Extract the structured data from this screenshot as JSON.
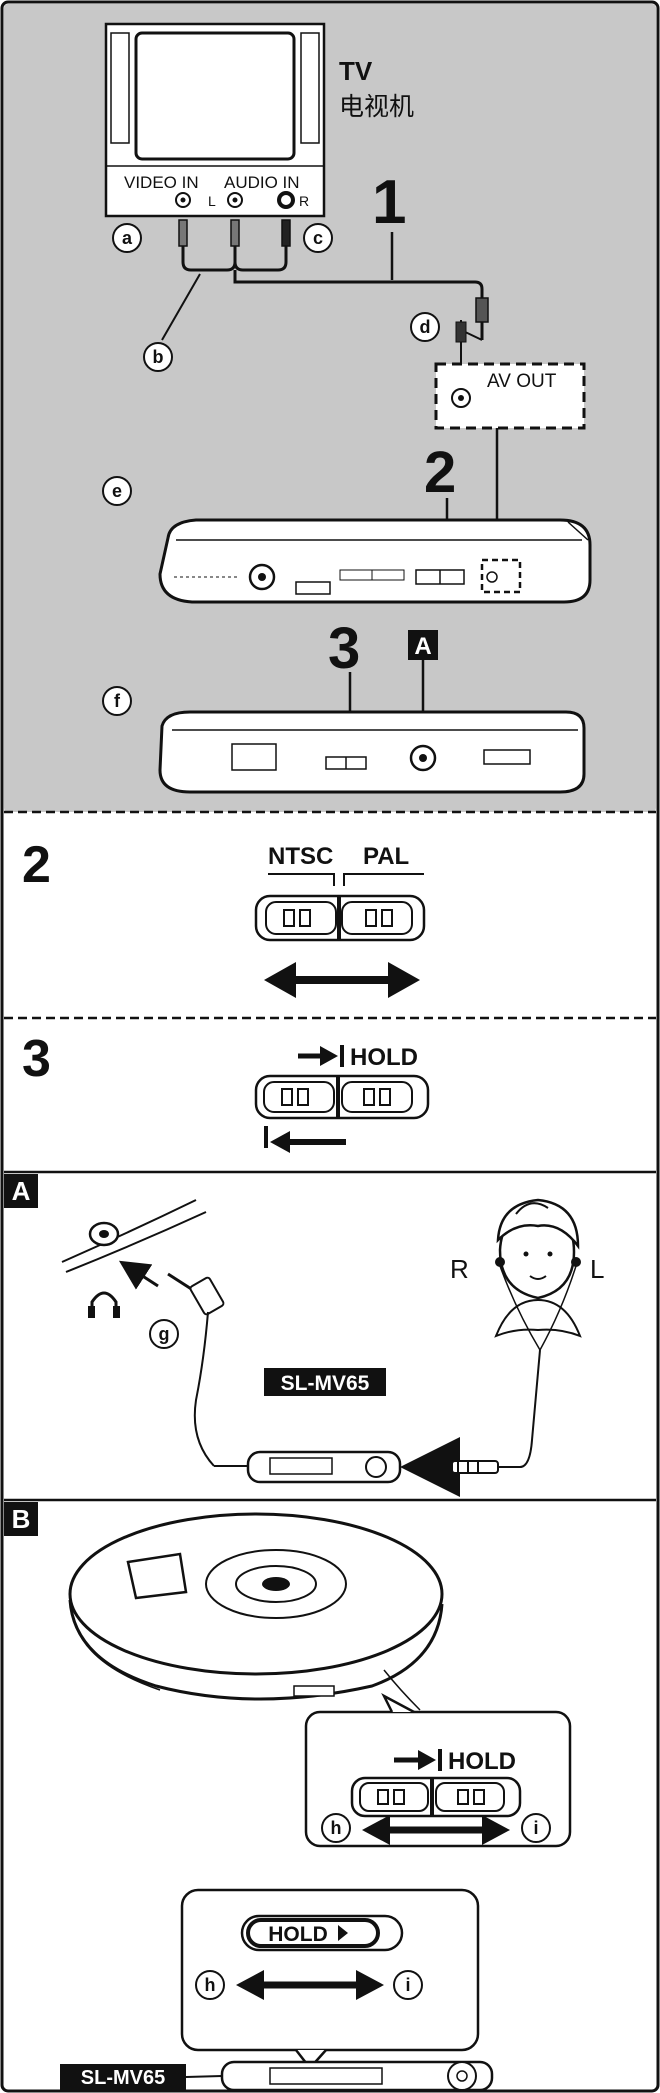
{
  "tv": {
    "title": "TV",
    "title_cn": "电视机",
    "video_in": "VIDEO IN",
    "audio_in": "AUDIO IN",
    "l": "L",
    "r": "R"
  },
  "connection": {
    "av_out": "AV OUT",
    "step1": "1",
    "step2": "2",
    "step3": "3",
    "marker_a": "A",
    "callouts": {
      "a": "a",
      "b": "b",
      "c": "c",
      "d": "d",
      "e": "e",
      "f": "f"
    }
  },
  "section2": {
    "number": "2",
    "ntsc": "NTSC",
    "pal": "PAL"
  },
  "section3": {
    "number": "3",
    "hold": "HOLD"
  },
  "sectionA": {
    "marker": "A",
    "callout_g": "g",
    "model": "SL-MV65",
    "r": "R",
    "l": "L"
  },
  "sectionB": {
    "marker": "B",
    "hold": "HOLD",
    "hold_remote": "HOLD",
    "callout_h": "h",
    "callout_i": "i",
    "model": "SL-MV65"
  },
  "colors": {
    "panel_gray": "#c8c8c8",
    "ink": "#111111",
    "paper": "#ffffff"
  }
}
